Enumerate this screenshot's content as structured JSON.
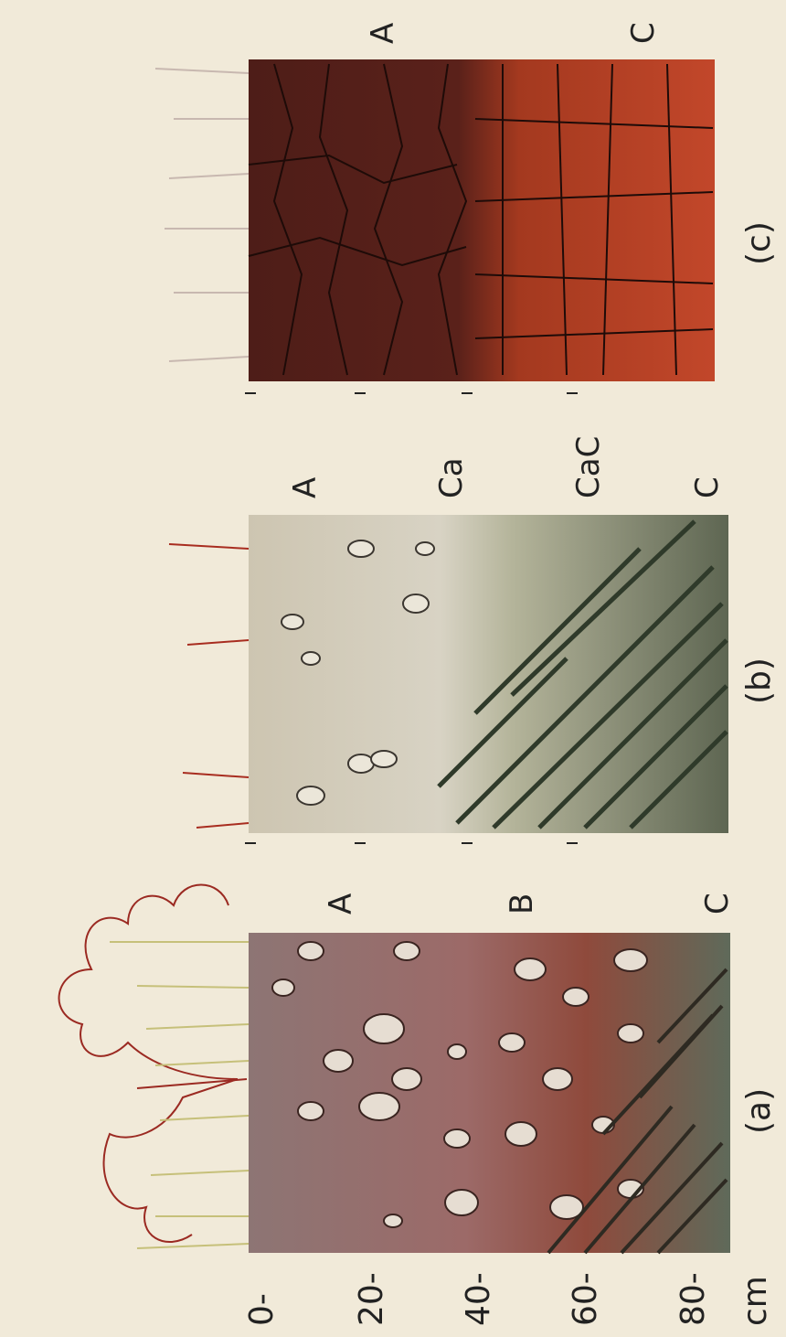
{
  "depth_axis": {
    "ticks": [
      "0-",
      "20-",
      "40-",
      "60-",
      "80-"
    ],
    "unit": "cm"
  },
  "profiles": [
    {
      "id": "a",
      "caption": "(a)",
      "horizons": [
        "A",
        "B",
        "C"
      ]
    },
    {
      "id": "b",
      "caption": "(b)",
      "horizons": [
        "A",
        "Ca",
        "CaC",
        "C"
      ]
    },
    {
      "id": "c",
      "caption": "(c)",
      "horizons": [
        "A",
        "C"
      ]
    }
  ],
  "colors": {
    "background": "#f1ead9",
    "profile_a": "#8a6a66",
    "profile_b": "#c9c3b0",
    "profile_c": "#5a1a14",
    "profile_c_lower": "#b9401f"
  }
}
